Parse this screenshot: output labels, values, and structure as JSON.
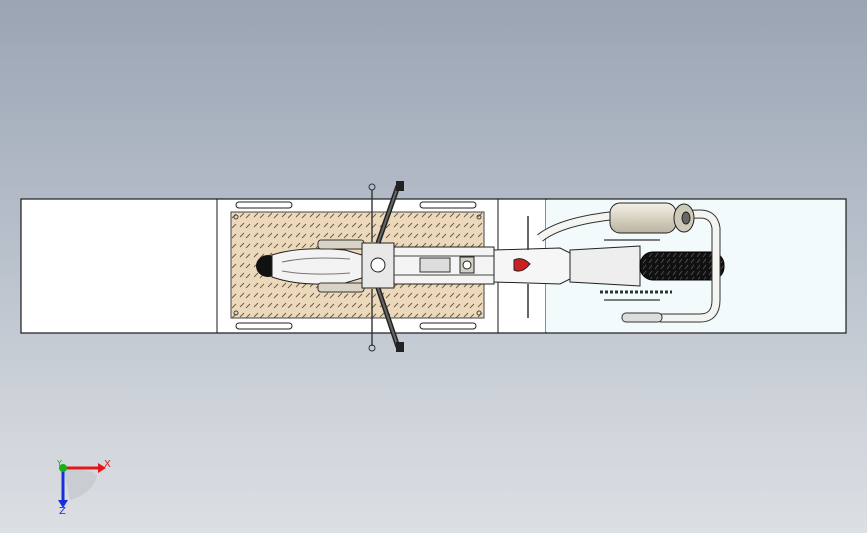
{
  "viewport": {
    "background_top": "#9aa5b4",
    "background_bottom": "#dcdfe3"
  },
  "model": {
    "name": "motorcycle-on-trailer-top-view",
    "bed_fill": "#ffffff",
    "plate_fill": "#ecd9bb",
    "outline": "#1a1a1a",
    "tire_color": "#111111",
    "accent_red": "#cc2020"
  },
  "triad": {
    "x_label": "X",
    "y_label": "Y",
    "z_label": "Z",
    "x_color": "#e01818",
    "y_color": "#18b018",
    "z_color": "#1830d8"
  }
}
